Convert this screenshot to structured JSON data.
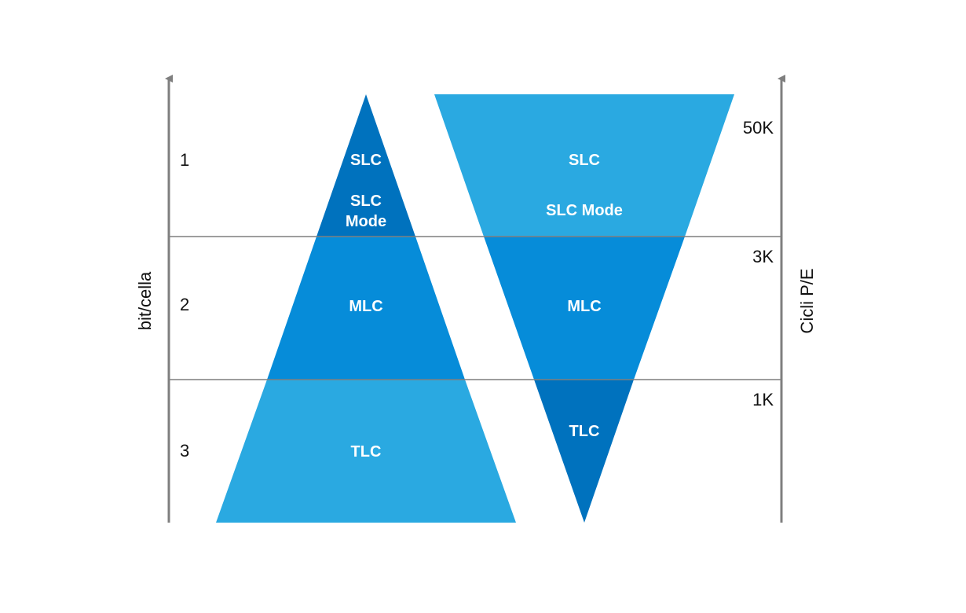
{
  "colors": {
    "dark": "#0072be",
    "medium": "#068cd9",
    "light": "#2aa9e1",
    "axis": "#7f7f7f",
    "divider": "#7f7f7f"
  },
  "left_axis": {
    "title": "bit/cella",
    "ticks": [
      "1",
      "2",
      "3"
    ]
  },
  "right_axis": {
    "title": "Cicli P/E",
    "ticks": [
      "50K",
      "3K",
      "1K"
    ]
  },
  "left_triangle": {
    "slc": "SLC",
    "slc_mode_line1": "SLC",
    "slc_mode_line2": "Mode",
    "mlc": "MLC",
    "tlc": "TLC"
  },
  "right_triangle": {
    "slc": "SLC",
    "slc_mode": "SLC Mode",
    "mlc": "MLC",
    "tlc": "TLC"
  }
}
